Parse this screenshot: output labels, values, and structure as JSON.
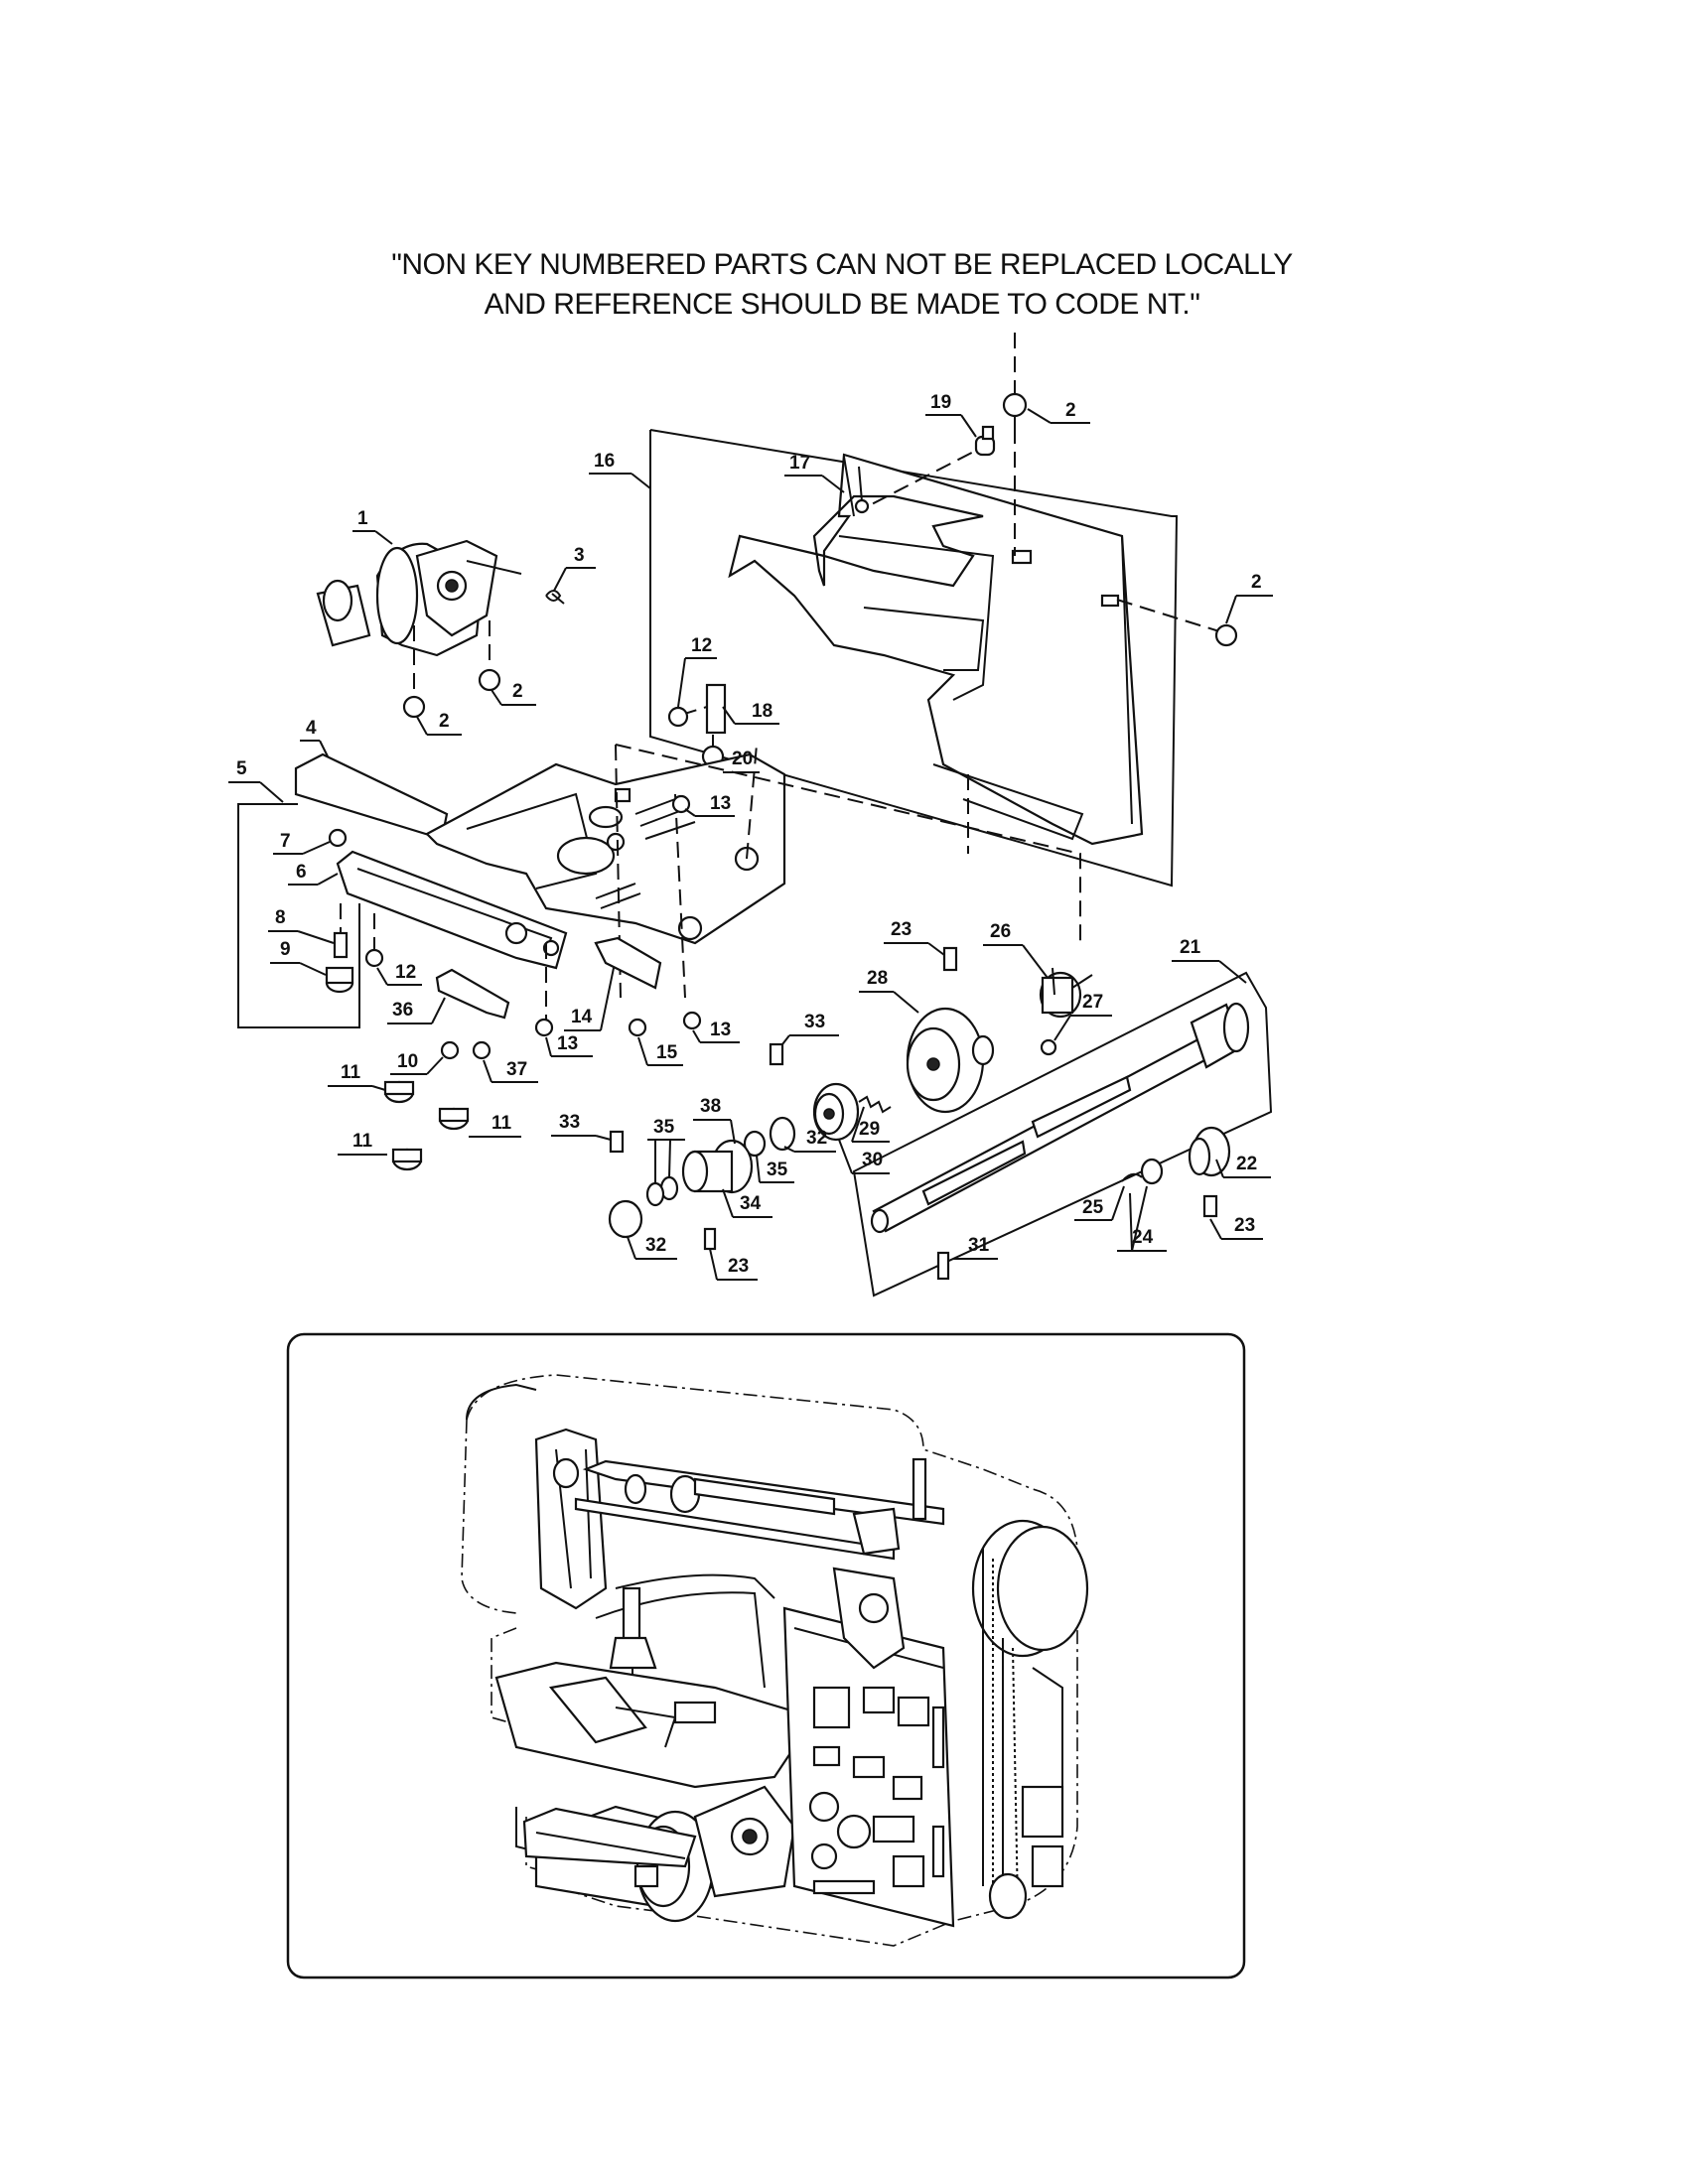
{
  "note": {
    "line1": "\"NON KEY NUMBERED PARTS CAN NOT BE REPLACED LOCALLY",
    "line2": "AND REFERENCE SHOULD BE MADE TO CODE NT.\""
  },
  "callouts": [
    {
      "id": "c19",
      "text": "19"
    },
    {
      "id": "c2a",
      "text": "2"
    },
    {
      "id": "c16",
      "text": "16"
    },
    {
      "id": "c17",
      "text": "17"
    },
    {
      "id": "c1",
      "text": "1"
    },
    {
      "id": "c3",
      "text": "3"
    },
    {
      "id": "c2b",
      "text": "2"
    },
    {
      "id": "c2c",
      "text": "2"
    },
    {
      "id": "c2d",
      "text": "2"
    },
    {
      "id": "c12a",
      "text": "12"
    },
    {
      "id": "c18",
      "text": "18"
    },
    {
      "id": "c20",
      "text": "20"
    },
    {
      "id": "c4",
      "text": "4"
    },
    {
      "id": "c5",
      "text": "5"
    },
    {
      "id": "c13a",
      "text": "13"
    },
    {
      "id": "c7",
      "text": "7"
    },
    {
      "id": "c6",
      "text": "6"
    },
    {
      "id": "c8",
      "text": "8"
    },
    {
      "id": "c9",
      "text": "9"
    },
    {
      "id": "c12b",
      "text": "12"
    },
    {
      "id": "c36",
      "text": "36"
    },
    {
      "id": "c14",
      "text": "14"
    },
    {
      "id": "c13b",
      "text": "13"
    },
    {
      "id": "c13c",
      "text": "13"
    },
    {
      "id": "c15",
      "text": "15"
    },
    {
      "id": "c10",
      "text": "10"
    },
    {
      "id": "c37",
      "text": "37"
    },
    {
      "id": "c11a",
      "text": "11"
    },
    {
      "id": "c11b",
      "text": "11"
    },
    {
      "id": "c11c",
      "text": "11"
    },
    {
      "id": "c23a",
      "text": "23"
    },
    {
      "id": "c26",
      "text": "26"
    },
    {
      "id": "c21",
      "text": "21"
    },
    {
      "id": "c28",
      "text": "28"
    },
    {
      "id": "c27",
      "text": "27"
    },
    {
      "id": "c33a",
      "text": "33"
    },
    {
      "id": "c29",
      "text": "29"
    },
    {
      "id": "c30",
      "text": "30"
    },
    {
      "id": "c32a",
      "text": "32"
    },
    {
      "id": "c33b",
      "text": "33"
    },
    {
      "id": "c38",
      "text": "38"
    },
    {
      "id": "c35a",
      "text": "35"
    },
    {
      "id": "c35b",
      "text": "35"
    },
    {
      "id": "c34",
      "text": "34"
    },
    {
      "id": "c32b",
      "text": "32"
    },
    {
      "id": "c23b",
      "text": "23"
    },
    {
      "id": "c22",
      "text": "22"
    },
    {
      "id": "c25",
      "text": "25"
    },
    {
      "id": "c24",
      "text": "24"
    },
    {
      "id": "c23c",
      "text": "23"
    },
    {
      "id": "c31",
      "text": "31"
    }
  ]
}
